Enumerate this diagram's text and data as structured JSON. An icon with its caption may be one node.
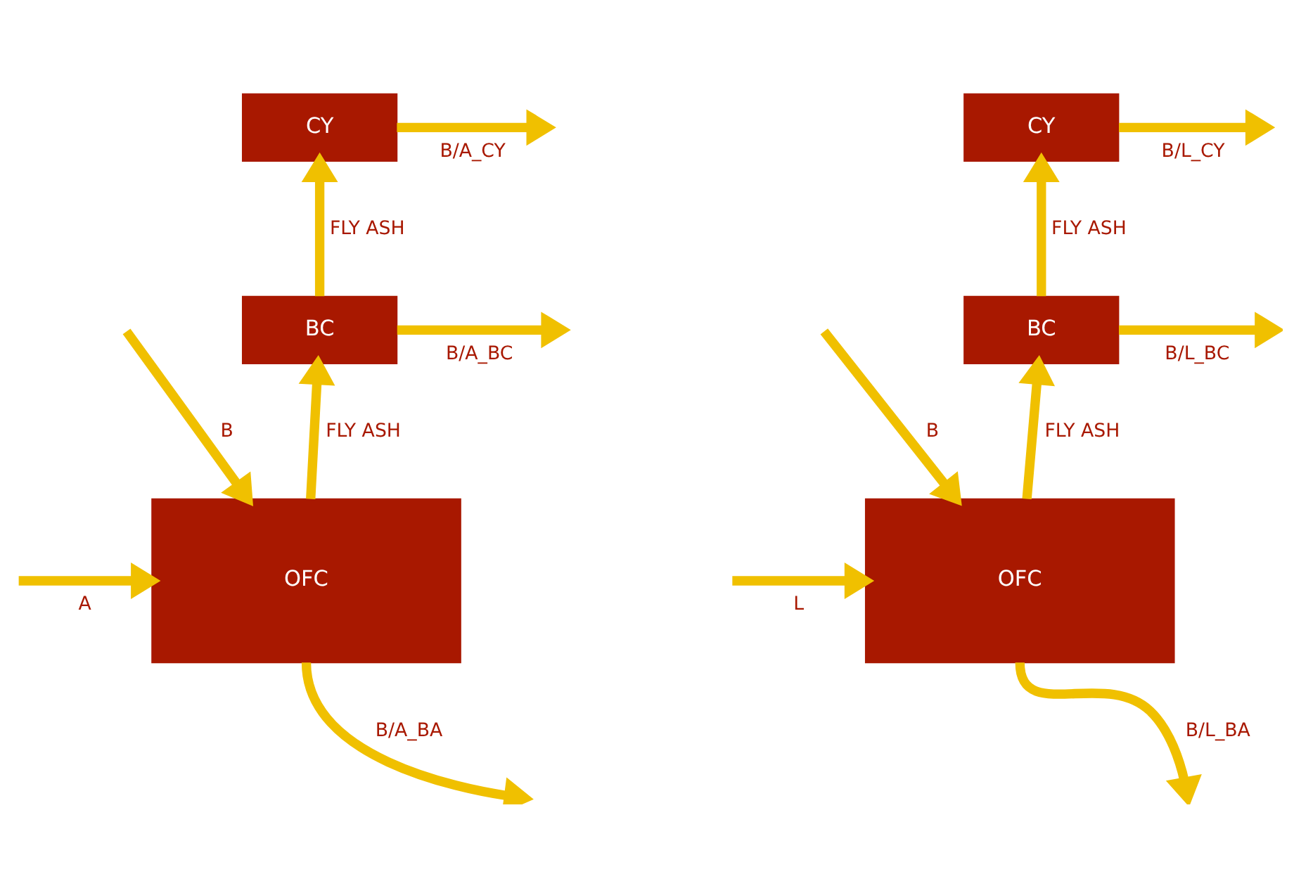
{
  "diagram": {
    "nodes": [
      {
        "text": [
          "CY"
        ]
      },
      {
        "text": [
          "BC"
        ]
      },
      {
        "text": [
          "OFC"
        ]
      },
      {
        "text": [
          "CY"
        ]
      },
      {
        "text": [
          "BC"
        ]
      },
      {
        "text": [
          "OFC"
        ]
      }
    ],
    "edges": [
      {
        "from": 0,
        "to": null,
        "arrow": "to",
        "label": "B/A_CY"
      },
      {
        "from": 1,
        "to": 0,
        "arrow": "to",
        "label": "FLY ASH"
      },
      {
        "from": 1,
        "to": null,
        "arrow": "to",
        "label": "B/A_BC"
      },
      {
        "from": 2,
        "to": 1,
        "arrow": "to",
        "label": "FLY ASH"
      },
      {
        "from": 2,
        "to": null,
        "arrow": "to",
        "label": "B/A_BA"
      },
      {
        "from": null,
        "to": 2,
        "arrow": "to",
        "label": "B"
      },
      {
        "from": null,
        "to": 2,
        "arrow": "to",
        "label": "A"
      },
      {
        "from": 3,
        "to": null,
        "arrow": "to",
        "label": "B/L_CY"
      },
      {
        "from": 4,
        "to": 3,
        "arrow": "to",
        "label": "FLY ASH"
      },
      {
        "from": 4,
        "to": null,
        "arrow": "to",
        "label": "B/L_BC"
      },
      {
        "from": 5,
        "to": 4,
        "arrow": "to",
        "label": "FLY ASH"
      },
      {
        "from": 5,
        "to": null,
        "arrow": "to",
        "label": "B/L_BA"
      },
      {
        "from": null,
        "to": 5,
        "arrow": "to",
        "label": "B"
      },
      {
        "from": null,
        "to": 5,
        "arrow": "to",
        "label": "L"
      }
    ]
  }
}
